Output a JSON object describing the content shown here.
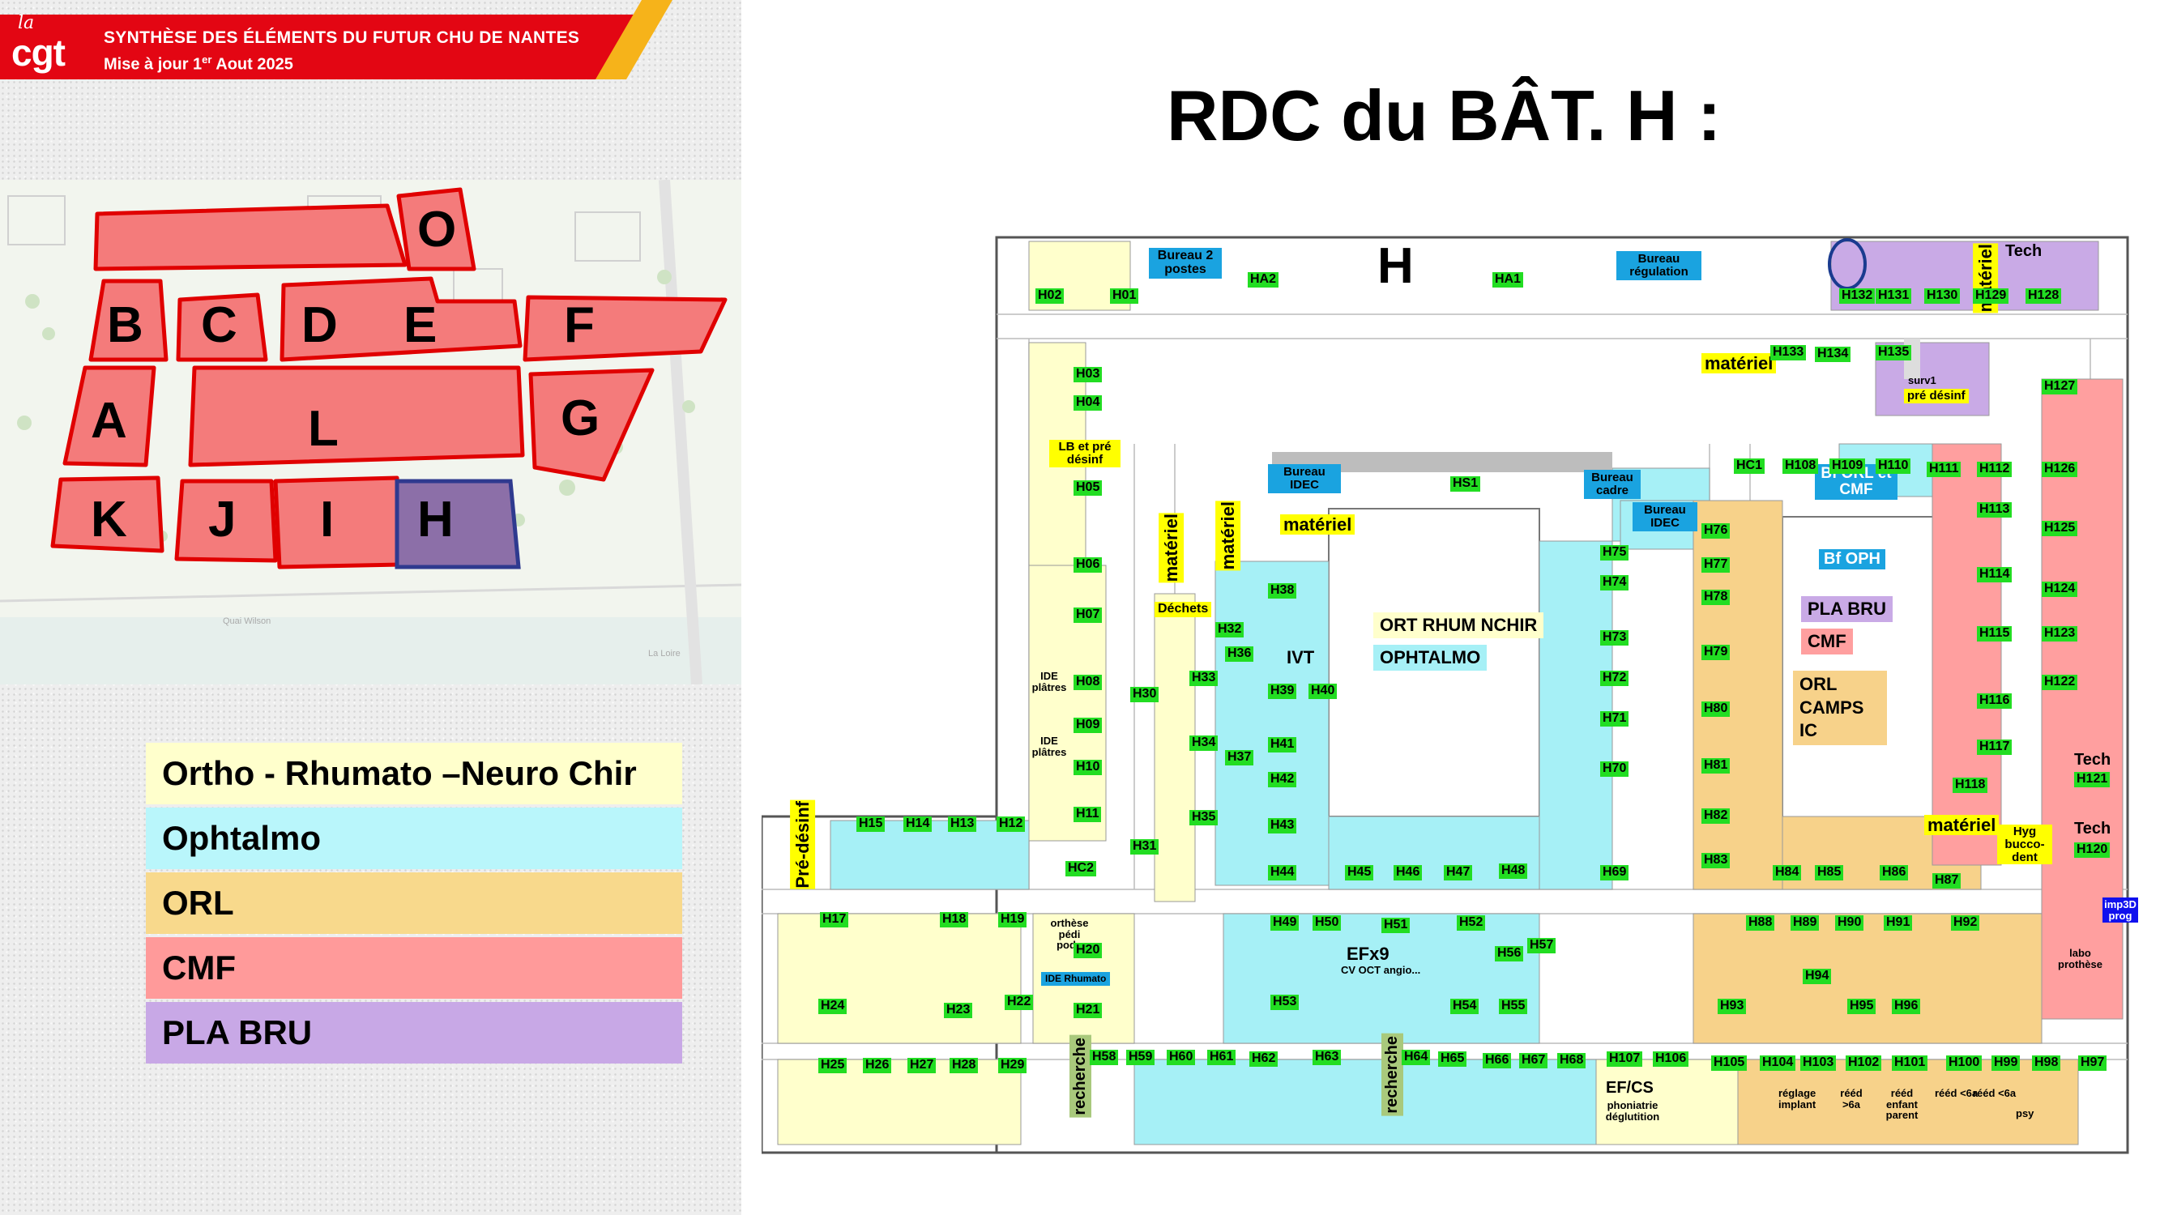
{
  "header": {
    "logo_script": "la",
    "logo": "cgt",
    "title": "SYNTHÈSE DES ÉLÉMENTS DU FUTUR CHU DE NANTES",
    "subtitle_prefix": "Mise à jour 1",
    "subtitle_sup": "er",
    "subtitle_suffix": " Aout 2025"
  },
  "site_map": {
    "buildings": [
      "O",
      "B",
      "C",
      "D",
      "E",
      "F",
      "A",
      "L",
      "G",
      "K",
      "J",
      "I",
      "H"
    ],
    "street_label": "Quai Wilson",
    "river_label": "La Loire"
  },
  "legend": [
    {
      "label": "Ortho - Rhumato –Neuro Chir",
      "color": "#ffffcc"
    },
    {
      "label": "Ophtalmo",
      "color": "#b9f6fb"
    },
    {
      "label": "ORL",
      "color": "#f8d98c"
    },
    {
      "label": "CMF",
      "color": "#ff9a9a"
    },
    {
      "label": "PLA BRU",
      "color": "#c8a8e6"
    }
  ],
  "page_title": "RDC du BÂT. H :",
  "plan": {
    "building_letter": "H",
    "plan_legend": [
      "ORT RHUM NCHIR",
      "OPHTALMO",
      "PLA BRU",
      "CMF",
      "ORL",
      "CAMPS IC"
    ],
    "room_codes": [
      "H01",
      "H02",
      "HA2",
      "HA1",
      "H132",
      "H131",
      "H130",
      "H129",
      "H128",
      "H03",
      "H04",
      "H05",
      "H06",
      "H07",
      "H08",
      "H09",
      "H10",
      "H11",
      "H12",
      "H13",
      "H14",
      "H15",
      "HC2",
      "H17",
      "H18",
      "H19",
      "H20",
      "H21",
      "H22",
      "H23",
      "H24",
      "H25",
      "H26",
      "H27",
      "H28",
      "H29",
      "H30",
      "H31",
      "H32",
      "H33",
      "H34",
      "H35",
      "H36",
      "H37",
      "H38",
      "H39",
      "H40",
      "H41",
      "H42",
      "H43",
      "H44",
      "H45",
      "H46",
      "H47",
      "H48",
      "H49",
      "H50",
      "H51",
      "H52",
      "H53",
      "H54",
      "H55",
      "H56",
      "H57",
      "H58",
      "H59",
      "H60",
      "H61",
      "H62",
      "H63",
      "H64",
      "H65",
      "H66",
      "H67",
      "H68",
      "H69",
      "H70",
      "H71",
      "H72",
      "H73",
      "H74",
      "H75",
      "H76",
      "H77",
      "H78",
      "H79",
      "H80",
      "H81",
      "H82",
      "H83",
      "H84",
      "H85",
      "H86",
      "H87",
      "H88",
      "H89",
      "H90",
      "H91",
      "H92",
      "H93",
      "H94",
      "H95",
      "H96",
      "H97",
      "H98",
      "H99",
      "H100",
      "H101",
      "H102",
      "H103",
      "H104",
      "H105",
      "H106",
      "H107",
      "H108",
      "H109",
      "H110",
      "H111",
      "H112",
      "H113",
      "H114",
      "H115",
      "H116",
      "H117",
      "H118",
      "H120",
      "H121",
      "H122",
      "H123",
      "H124",
      "H125",
      "H126",
      "H127",
      "H133",
      "H134",
      "H135",
      "HC1",
      "HS1"
    ],
    "labels": {
      "bureau2": "Bureau 2 postes",
      "bureau_regulation": "Bureau régulation",
      "bureau_idec": "Bureau IDEC",
      "bureau_cadre": "Bureau cadre",
      "materiel": "matériel",
      "tech": "Tech",
      "pre_desinf": "pré désinf",
      "pre_desinf2": "Pré-désinf",
      "lb_pre_desinf": "LB et pré désinf",
      "dechets": "Déchets",
      "recherche": "recherche",
      "bf_orl_cmf": "Bf ORL et CMF",
      "bf_oph": "Bf OPH",
      "ivt": "IVT",
      "efx9": "EFx9",
      "efx9_sub": "CV OCT angio...",
      "ide_platres": "IDE plâtres",
      "orthese": "orthèse pédi podo",
      "ide_rhumato": "IDE Rhumato",
      "imp3d": "imp3D prog",
      "labo": "labo prothèse",
      "hyg": "Hyg bucco-dent",
      "surv1": "surv1",
      "efcs": "EF/CS",
      "phoniatrie": "phoniatrie déglutition",
      "reglage": "réglage implant",
      "reed6a": "rééd >6a",
      "reed_enfant": "rééd enfant parent",
      "reed_lt6": "rééd <6a",
      "psy": "psy"
    }
  },
  "colors": {
    "ortho": "#ffffcc",
    "oph": "#a6f0f6",
    "orl": "#f7d28a",
    "cmf": "#ff9f9f",
    "plabru": "#c9aae6",
    "banner_red": "#e30613",
    "banner_yellow": "#f6b31a",
    "building_red": "#f47b7b",
    "building_h": "#8c6fa8"
  }
}
